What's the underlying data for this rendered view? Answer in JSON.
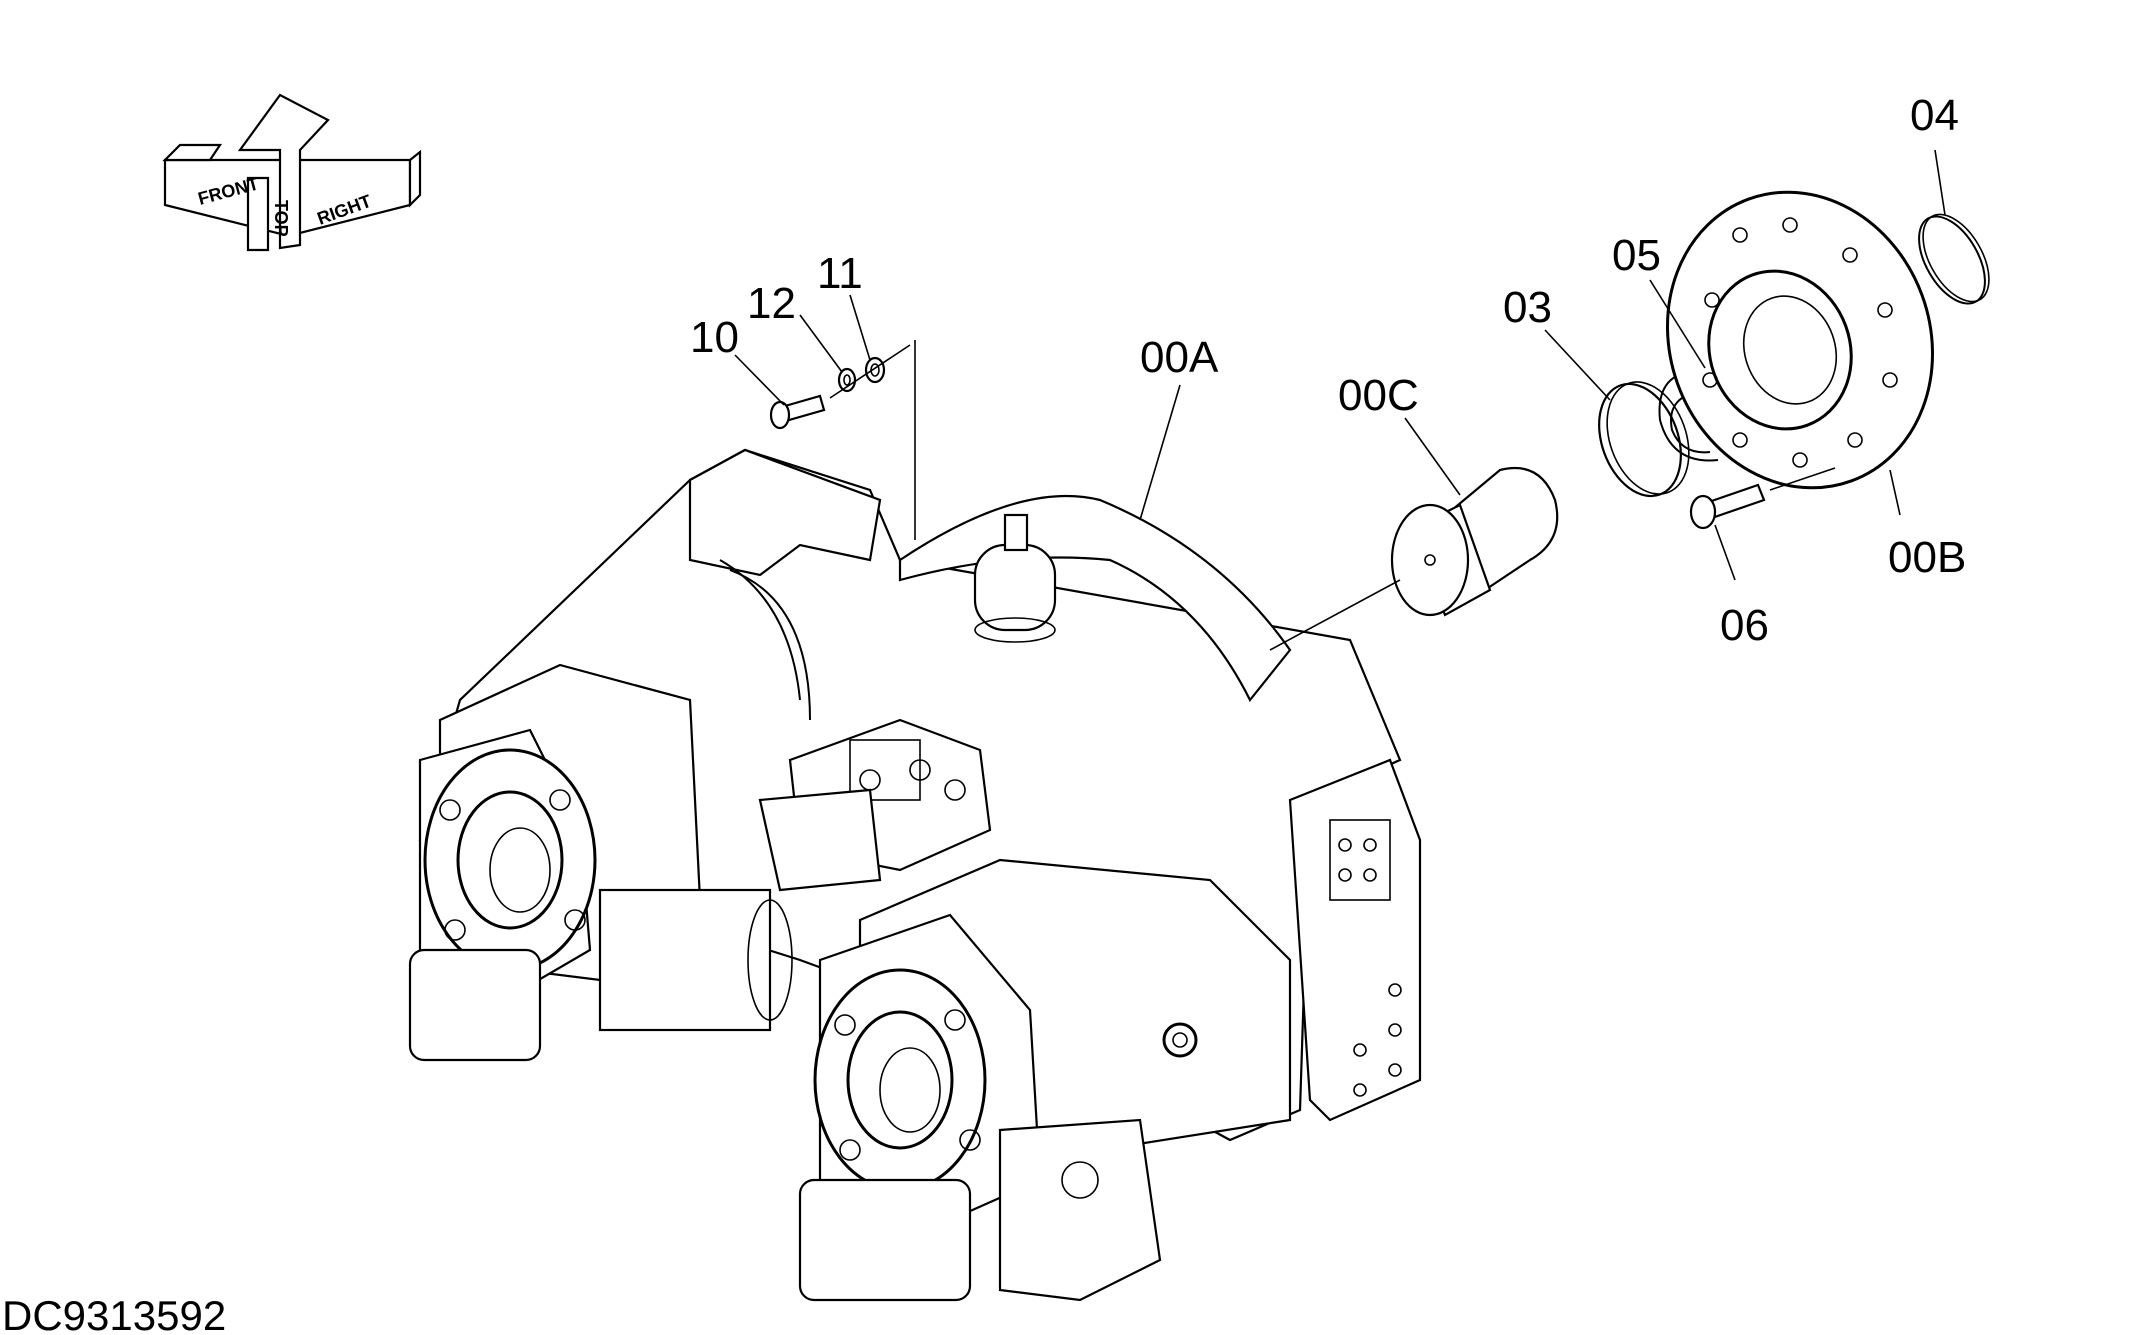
{
  "orientation": {
    "front": "FRONT",
    "top": "TOP",
    "right": "RIGHT"
  },
  "callouts": {
    "c04": "04",
    "c05": "05",
    "c03": "03",
    "c00C": "00C",
    "c00A": "00A",
    "c00B": "00B",
    "c06": "06",
    "c10": "10",
    "c11": "11",
    "c12": "12"
  },
  "document_id": "DC9313592"
}
